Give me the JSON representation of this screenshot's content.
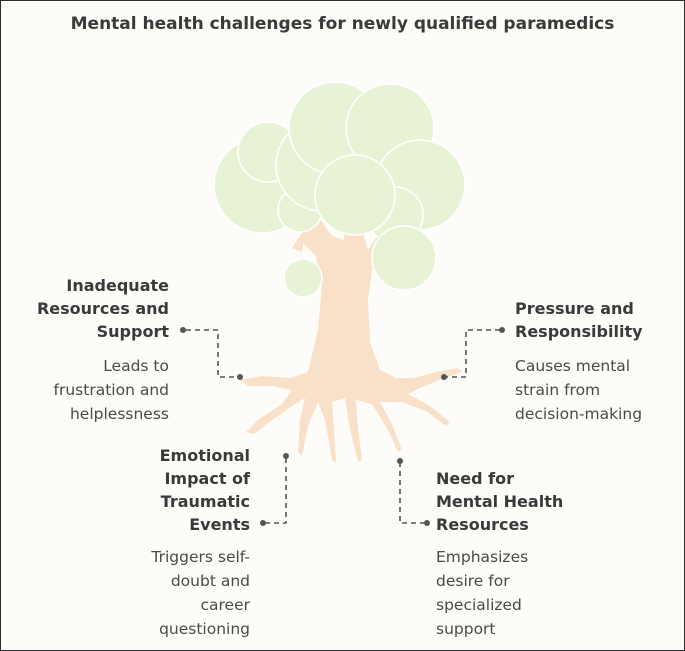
{
  "title": "Mental health challenges for newly qualified paramedics",
  "branches": [
    {
      "id": "inadequate-resources",
      "heading": [
        "Inadequate",
        "Resources and",
        "Support"
      ],
      "description": [
        "Leads to",
        "frustration and",
        "helplessness"
      ]
    },
    {
      "id": "pressure-responsibility",
      "heading": [
        "Pressure and",
        "Responsibility"
      ],
      "description": [
        "Causes mental",
        "strain from",
        "decision-making"
      ]
    },
    {
      "id": "emotional-impact",
      "heading": [
        "Emotional",
        "Impact of",
        "Traumatic",
        "Events"
      ],
      "description": [
        "Triggers self-",
        "doubt and",
        "career",
        "questioning"
      ]
    },
    {
      "id": "need-resources",
      "heading": [
        "Need for",
        "Mental Health",
        "Resources"
      ],
      "description": [
        "Emphasizes",
        "desire for",
        "specialized",
        "support"
      ]
    }
  ],
  "colors": {
    "foliage_fill": "#e8f3d6",
    "foliage_stroke": "#ffffff",
    "trunk_fill": "#f9e1c9",
    "connector": "#555555",
    "text": "#3a3a3a"
  }
}
